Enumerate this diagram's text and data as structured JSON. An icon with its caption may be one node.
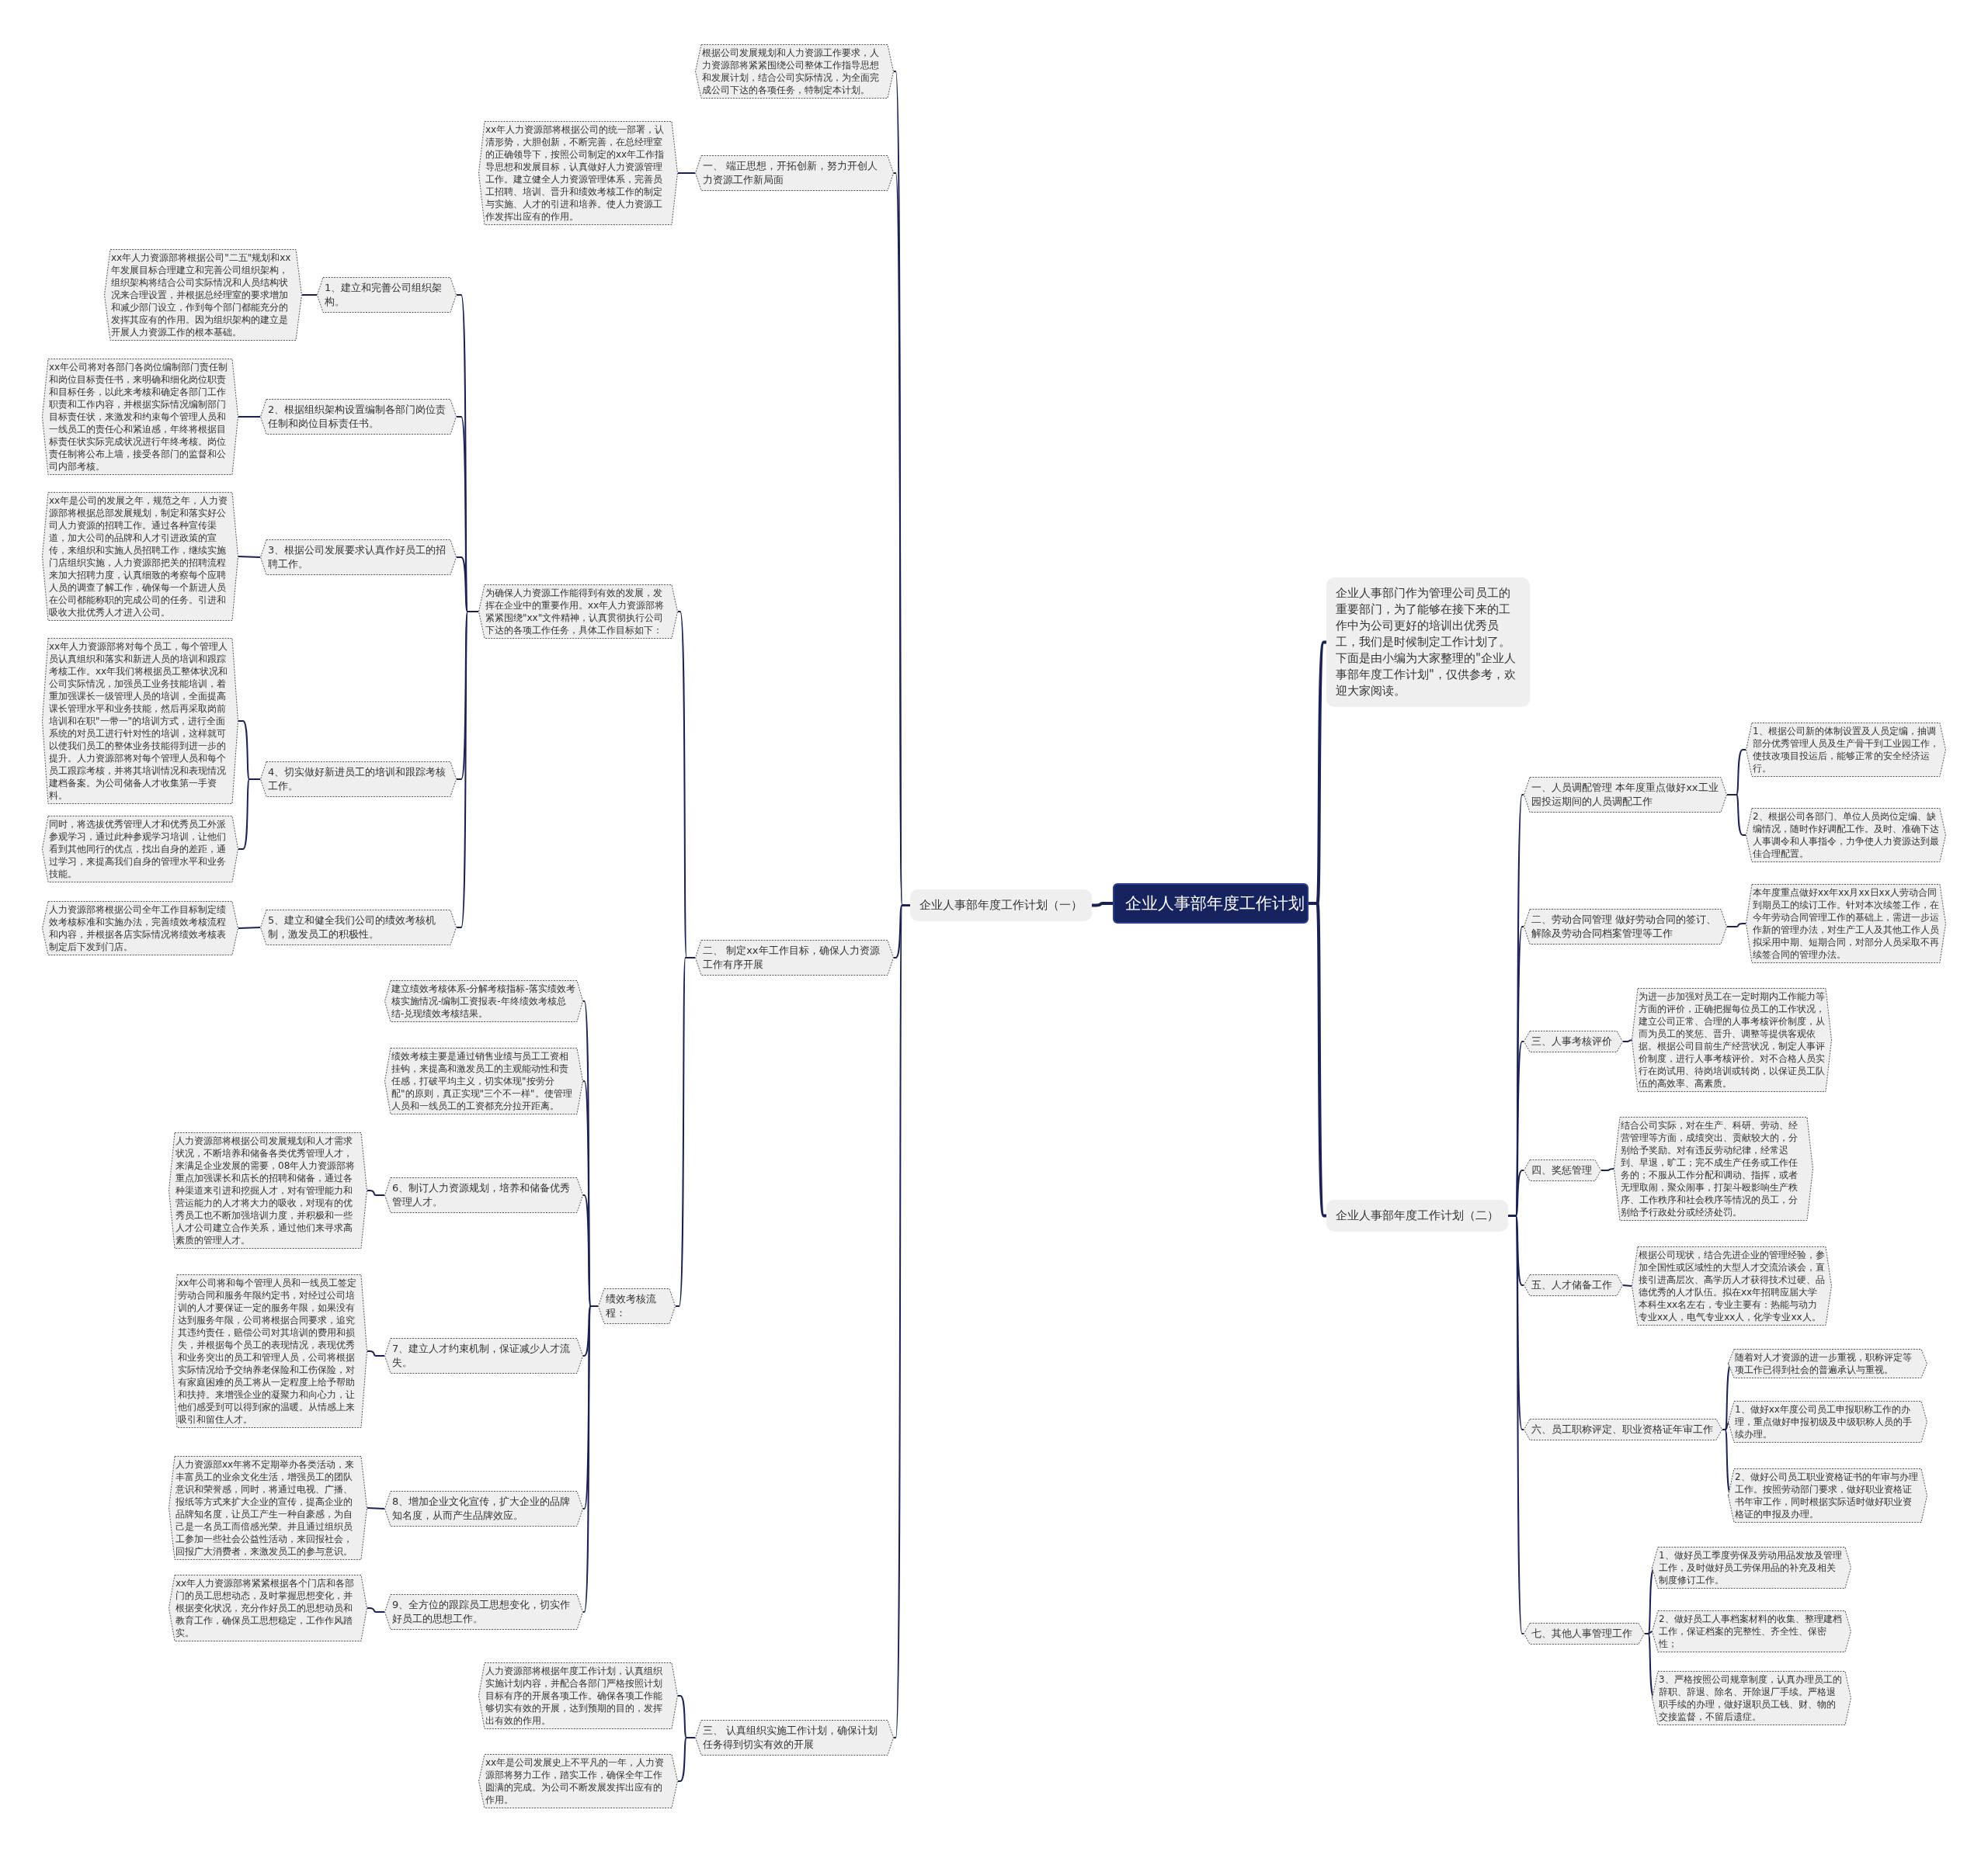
{
  "diagram": {
    "nodes": [
      {
        "text": [
          "企业人事部年度工作计划"
        ]
      },
      {
        "text": [
          "企业人事部年度工作计划（一）"
        ]
      },
      {
        "text": [
          "企业人事部门作为管理公司员工的重要部门，为了能够在接下来的工作中为公司更好的培训出优秀员工，我们是时候制定工作计划了。下面是由小编为大家整理的\"企业人事部年度工作计划\"，仅供参考，欢迎大家阅读。"
        ]
      },
      {
        "text": [
          "企业人事部年度工作计划（二）"
        ]
      },
      {
        "text": [
          "根据公司发展规划和人力资源工作要求，人力资源部将紧紧围绕公司整体工作指导思想和发展计划，结合公司实际情况，为全面完成公司下达的各项任务，特制定本计划。"
        ]
      },
      {
        "text": [
          "一、 端正思想，开拓创新，努力开创人力资源工作新局面"
        ]
      },
      {
        "text": [
          "xx年人力资源部将根据公司的统一部署，认清形势，大胆创新，不断完善，在总经理室的正确领导下，按照公司制定的xx年工作指导思想和发展目标，认真做好人力资源管理工作。建立健全人力资源管理体系，完善员工招聘、培训、晋升和绩效考核工作的制定与实施、人才的引进和培养。使人力资源工作发挥出应有的作用。"
        ]
      },
      {
        "text": [
          "二、 制定xx年工作目标，确保人力资源工作有序开展"
        ]
      },
      {
        "text": [
          "为确保人力资源工作能得到有效的发展，发挥在企业中的重要作用。xx年人力资源部将紧紧围绕\"xx\"文件精神，认真贯彻执行公司下达的各项工作任务，具体工作目标如下："
        ]
      },
      {
        "text": [
          "1、建立和完善公司组织架构。"
        ]
      },
      {
        "text": [
          "xx年人力资源部将根据公司\"二五\"规划和xx年发展目标合理建立和完善公司组织架构，组织架构将结合公司实际情况和人员结构状况来合理设置，并根据总经理室的要求增加和减少部门设立，作到每个部门都能充分的发挥其应有的作用。因为组织架构的建立是开展人力资源工作的根本基础。"
        ]
      },
      {
        "text": [
          "2、根据组织架构设置编制各部门岗位责任制和岗位目标责任书。"
        ]
      },
      {
        "text": [
          "xx年公司将对各部门各岗位编制部门责任制和岗位目标责任书，来明确和细化岗位职责和目标任务，以此来考核和确定各部门工作职责和工作内容，并根据实际情况编制部门目标责任状，来激发和约束每个管理人员和一线员工的责任心和紧迫感，年终将根据目标责任状实际完成状况进行年终考核。岗位责任制将公布上墙，接受各部门的监督和公司内部考核。"
        ]
      },
      {
        "text": [
          "3、根据公司发展要求认真作好员工的招聘工作。"
        ]
      },
      {
        "text": [
          "xx年是公司的发展之年，规范之年，人力资源部将根据总部发展规划，制定和落实好公司人力资源的招聘工作。通过各种宣传渠道，加大公司的品牌和人才引进政策的宣传，来组织和实施人员招聘工作，继续实施门店组织实施，人力资源部把关的招聘流程来加大招聘力度，认真细致的考察每个应聘人员的调查了解工作，确保每一个新进人员在公司都能称职的完成公司的任务。引进和吸收大批优秀人才进入公司。"
        ]
      },
      {
        "text": [
          "4、切实做好新进员工的培训和跟踪考核工作。"
        ]
      },
      {
        "text": [
          "xx年人力资源部将对每个员工，每个管理人员认真组织和落实和新进人员的培训和跟踪考核工作。xx年我们将根据员工整体状况和公司实际情况，加强员工业务技能培训，着重加强课长一级管理人员的培训，全面提高课长管理水平和业务技能，然后再采取岗前培训和在职\"一带一\"的培训方式，进行全面系统的对员工进行针对性的培训，这样就可以使我们员工的整体业务技能得到进一步的提升。人力资源部将对每个管理人员和每个员工跟踪考核，并将其培训情况和表现情况建档备案。为公司储备人才收集第一手资料。"
        ]
      },
      {
        "text": [
          "同时，将选拔优秀管理人才和优秀员工外派参观学习，通过此种参观学习培训，让他们看到其他同行的优点，找出自身的差距，通过学习，来提高我们自身的管理水平和业务技能。"
        ]
      },
      {
        "text": [
          "5、建立和健全我们公司的绩效考核机制，激发员工的积极性。"
        ]
      },
      {
        "text": [
          "人力资源部将根据公司全年工作目标制定绩效考核标准和实施办法，完善绩效考核流程和内容，并根据各店实际情况将绩效考核表制定后下发到门店。"
        ]
      },
      {
        "text": [
          "绩效考核流程："
        ]
      },
      {
        "text": [
          "建立绩效考核体系-分解考核指标-落实绩效考核实施情况-编制工资报表-年终绩效考核总结-兑现绩效考核结果。"
        ]
      },
      {
        "text": [
          "绩效考核主要是通过销售业绩与员工工资相挂钩，来提高和激发员工的主观能动性和责任感，打破平均主义，切实体现\"按劳分配\"的原则，真正实现\"三个不一样\"。使管理人员和一线员工的工资都充分拉开距离。"
        ]
      },
      {
        "text": [
          "6、制订人力资源规划，培养和储备优秀管理人才。"
        ]
      },
      {
        "text": [
          "人力资源部将根据公司发展规划和人才需求状况，不断培养和储备各类优秀管理人才，来满足企业发展的需要，08年人力资源部将重点加强课长和店长的招聘和储备，通过各种渠道来引进和挖掘人才，对有管理能力和营运能力的人才将大力的吸收，对现有的优秀员工也不断加强培训力度，并积极和一些人才公司建立合作关系，通过他们来寻求高素质的管理人才。"
        ]
      },
      {
        "text": [
          "7、建立人才约束机制，保证减少人才流失。"
        ]
      },
      {
        "text": [
          "xx年公司将和每个管理人员和一线员工签定劳动合同和服务年限约定书，对经过公司培训的人才要保证一定的服务年限，如果没有达到服务年限，公司将根据合同要求，追究其违约责任，赔偿公司对其培训的费用和损失，并根据每个员工的表现情况，表现优秀和业务突出的员工和管理人员，公司将根据实际情况给予交纳养老保险和工伤保险，对有家庭困难的员工将从一定程度上给予帮助和扶持。来增强企业的凝聚力和向心力，让他们感受到可以得到家的温暖。从情感上来吸引和留住人才。"
        ]
      },
      {
        "text": [
          "8、增加企业文化宣传，扩大企业的品牌知名度，从而产生品牌效应。"
        ]
      },
      {
        "text": [
          "人力资源部xx年将不定期举办各类活动，来丰富员工的业余文化生活，增强员工的团队意识和荣誉感，同时，将通过电视、广播、报纸等方式来扩大企业的宣传，提高企业的品牌知名度，让员工产生一种自豪感，为自己是一名员工而倍感光荣。并且通过组织员工参加一些社会公益性活动，来回报社会，回报广大消费者，来激发员工的参与意识。"
        ]
      },
      {
        "text": [
          "9、全方位的跟踪员工思想变化，切实作好员工的思想工作。"
        ]
      },
      {
        "text": [
          "xx年人力资源部将紧紧根据各个门店和各部门的员工思想动态，及时掌握思想变化，并根据变化状况，充分作好员工的思想动员和教育工作，确保员工思想稳定，工作作风踏实。"
        ]
      },
      {
        "text": [
          "三、 认真组织实施工作计划，确保计划任务得到切实有效的开展"
        ]
      },
      {
        "text": [
          "人力资源部将根据年度工作计划，认真组织实施计划内容，并配合各部门严格按照计划目标有序的开展各项工作。确保各项工作能够切实有效的开展，达到预期的目的，发挥出有效的作用。"
        ]
      },
      {
        "text": [
          "xx年是公司发展史上不平凡的一年，人力资源部将努力工作，踏实工作，确保全年工作圆满的完成。为公司不断发展发挥出应有的作用。"
        ]
      },
      {
        "text": [
          "一、人员调配管理 本年度重点做好xx工业园投运期间的人员调配工作"
        ]
      },
      {
        "text": [
          "1、根据公司新的体制设置及人员定编，抽调部分优秀管理人员及生产骨干到工业园工作，使技改项目投运后，能够正常的安全经济运行。"
        ]
      },
      {
        "text": [
          "2、根据公司各部门、单位人员岗位定编、缺编情况，随时作好调配工作。及时、准确下达人事调令和人事指令，力争使人力资源达到最佳合理配置。"
        ]
      },
      {
        "text": [
          "二、劳动合同管理 做好劳动合同的签订、解除及劳动合同档案管理等工作"
        ]
      },
      {
        "text": [
          "本年度重点做好xx年xx月xx日xx人劳动合同到期员工的续订工作。针对本次续签工作，在今年劳动合同管理工作的基础上，需进一步运作新的管理办法，对生产工人及其他工作人员拟采用中期、短期合同，对部分人员采取不再续签合同的管理办法。"
        ]
      },
      {
        "text": [
          "三、人事考核评价"
        ]
      },
      {
        "text": [
          "为进一步加强对员工在一定时期内工作能力等方面的评价，正确把握每位员工的工作状况，建立公司正常、合理的人事考核评价制度，从而为员工的奖惩、晋升、调整等提供客观依据。根据公司目前生产经营状况，制定人事评价制度，进行人事考核评价。对不合格人员实行在岗试用、待岗培训或转岗，以保证员工队伍的高效率、高素质。"
        ]
      },
      {
        "text": [
          "四、奖惩管理"
        ]
      },
      {
        "text": [
          "结合公司实际，对在生产、科研、劳动、经营管理等方面，成绩突出、贡献较大的，分别给予奖励。对有违反劳动纪律，经常迟到、早退，旷工；完不成生产任务或工作任务的；不服从工作分配和调动、指挥，或者无理取闹，聚众闹事，打架斗殴影响生产秩序、工作秩序和社会秩序等情况的员工，分别给予行政处分或经济处罚。"
        ]
      },
      {
        "text": [
          "五、人才储备工作"
        ]
      },
      {
        "text": [
          "根据公司现状，结合先进企业的管理经验，参加全国性或区域性的大型人才交流洽谈会，直接引进高层次、高学历人才获得技术过硬、品德优秀的人才队伍。拟在xx年招聘应届大学本科生xx名左右，专业主要有：热能与动力专业xx人，电气专业xx人，化学专业xx人。"
        ]
      },
      {
        "text": [
          "六、员工职称评定、职业资格证年审工作"
        ]
      },
      {
        "text": [
          "随着对人才资源的进一步重视，职称评定等项工作已得到社会的普遍承认与重视。"
        ]
      },
      {
        "text": [
          "1、做好xx年度公司员工申报职称工作的办理，重点做好申报初级及中级职称人员的手续办理。"
        ]
      },
      {
        "text": [
          "2、做好公司员工职业资格证书的年审与办理工作。按照劳动部门要求，做好职业资格证书年审工作，同时根据实际适时做好职业资格证的申报及办理。"
        ]
      },
      {
        "text": [
          "七、其他人事管理工作"
        ]
      },
      {
        "text": [
          "1、做好员工季度劳保及劳动用品发放及管理工作，及时做好员工劳保用品的补充及相关制度修订工作。"
        ]
      },
      {
        "text": [
          "2、做好员工人事档案材料的收集、整理建档工作，保证档案的完整性、齐全性、保密性；"
        ]
      },
      {
        "text": [
          "3、严格按照公司规章制度，认真办理员工的辞职、辞退、除名、开除退厂手续。严格退职手续的办理，做好退职员工钱、财、物的交接监督，不留后遗症。"
        ]
      }
    ],
    "edges": [
      {
        "from": 0,
        "to": 1,
        "arrow": "none"
      },
      {
        "from": 0,
        "to": 2,
        "arrow": "none"
      },
      {
        "from": 0,
        "to": 3,
        "arrow": "none"
      },
      {
        "from": 1,
        "to": 4,
        "arrow": "none"
      },
      {
        "from": 1,
        "to": 5,
        "arrow": "none"
      },
      {
        "from": 5,
        "to": 6,
        "arrow": "none"
      },
      {
        "from": 1,
        "to": 7,
        "arrow": "none"
      },
      {
        "from": 7,
        "to": 8,
        "arrow": "none"
      },
      {
        "from": 8,
        "to": 9,
        "arrow": "none"
      },
      {
        "from": 9,
        "to": 10,
        "arrow": "none"
      },
      {
        "from": 8,
        "to": 11,
        "arrow": "none"
      },
      {
        "from": 11,
        "to": 12,
        "arrow": "none"
      },
      {
        "from": 8,
        "to": 13,
        "arrow": "none"
      },
      {
        "from": 13,
        "to": 14,
        "arrow": "none"
      },
      {
        "from": 8,
        "to": 15,
        "arrow": "none"
      },
      {
        "from": 15,
        "to": 16,
        "arrow": "none"
      },
      {
        "from": 15,
        "to": 17,
        "arrow": "none"
      },
      {
        "from": 8,
        "to": 18,
        "arrow": "none"
      },
      {
        "from": 18,
        "to": 19,
        "arrow": "none"
      },
      {
        "from": 7,
        "to": 20,
        "arrow": "none"
      },
      {
        "from": 20,
        "to": 21,
        "arrow": "none"
      },
      {
        "from": 20,
        "to": 22,
        "arrow": "none"
      },
      {
        "from": 20,
        "to": 23,
        "arrow": "none"
      },
      {
        "from": 23,
        "to": 24,
        "arrow": "none"
      },
      {
        "from": 20,
        "to": 25,
        "arrow": "none"
      },
      {
        "from": 25,
        "to": 26,
        "arrow": "none"
      },
      {
        "from": 20,
        "to": 27,
        "arrow": "none"
      },
      {
        "from": 27,
        "to": 28,
        "arrow": "none"
      },
      {
        "from": 20,
        "to": 29,
        "arrow": "none"
      },
      {
        "from": 29,
        "to": 30,
        "arrow": "none"
      },
      {
        "from": 1,
        "to": 31,
        "arrow": "none"
      },
      {
        "from": 31,
        "to": 32,
        "arrow": "none"
      },
      {
        "from": 31,
        "to": 33,
        "arrow": "none"
      },
      {
        "from": 3,
        "to": 34,
        "arrow": "none"
      },
      {
        "from": 34,
        "to": 35,
        "arrow": "none"
      },
      {
        "from": 34,
        "to": 36,
        "arrow": "none"
      },
      {
        "from": 3,
        "to": 37,
        "arrow": "none"
      },
      {
        "from": 37,
        "to": 38,
        "arrow": "none"
      },
      {
        "from": 3,
        "to": 39,
        "arrow": "none"
      },
      {
        "from": 39,
        "to": 40,
        "arrow": "none"
      },
      {
        "from": 3,
        "to": 41,
        "arrow": "none"
      },
      {
        "from": 41,
        "to": 42,
        "arrow": "none"
      },
      {
        "from": 3,
        "to": 43,
        "arrow": "none"
      },
      {
        "from": 43,
        "to": 44,
        "arrow": "none"
      },
      {
        "from": 3,
        "to": 45,
        "arrow": "none"
      },
      {
        "from": 45,
        "to": 46,
        "arrow": "none"
      },
      {
        "from": 45,
        "to": 47,
        "arrow": "none"
      },
      {
        "from": 45,
        "to": 48,
        "arrow": "none"
      },
      {
        "from": 3,
        "to": 49,
        "arrow": "none"
      },
      {
        "from": 49,
        "to": 50,
        "arrow": "none"
      },
      {
        "from": 49,
        "to": 51,
        "arrow": "none"
      },
      {
        "from": 49,
        "to": 52,
        "arrow": "none"
      }
    ]
  }
}
